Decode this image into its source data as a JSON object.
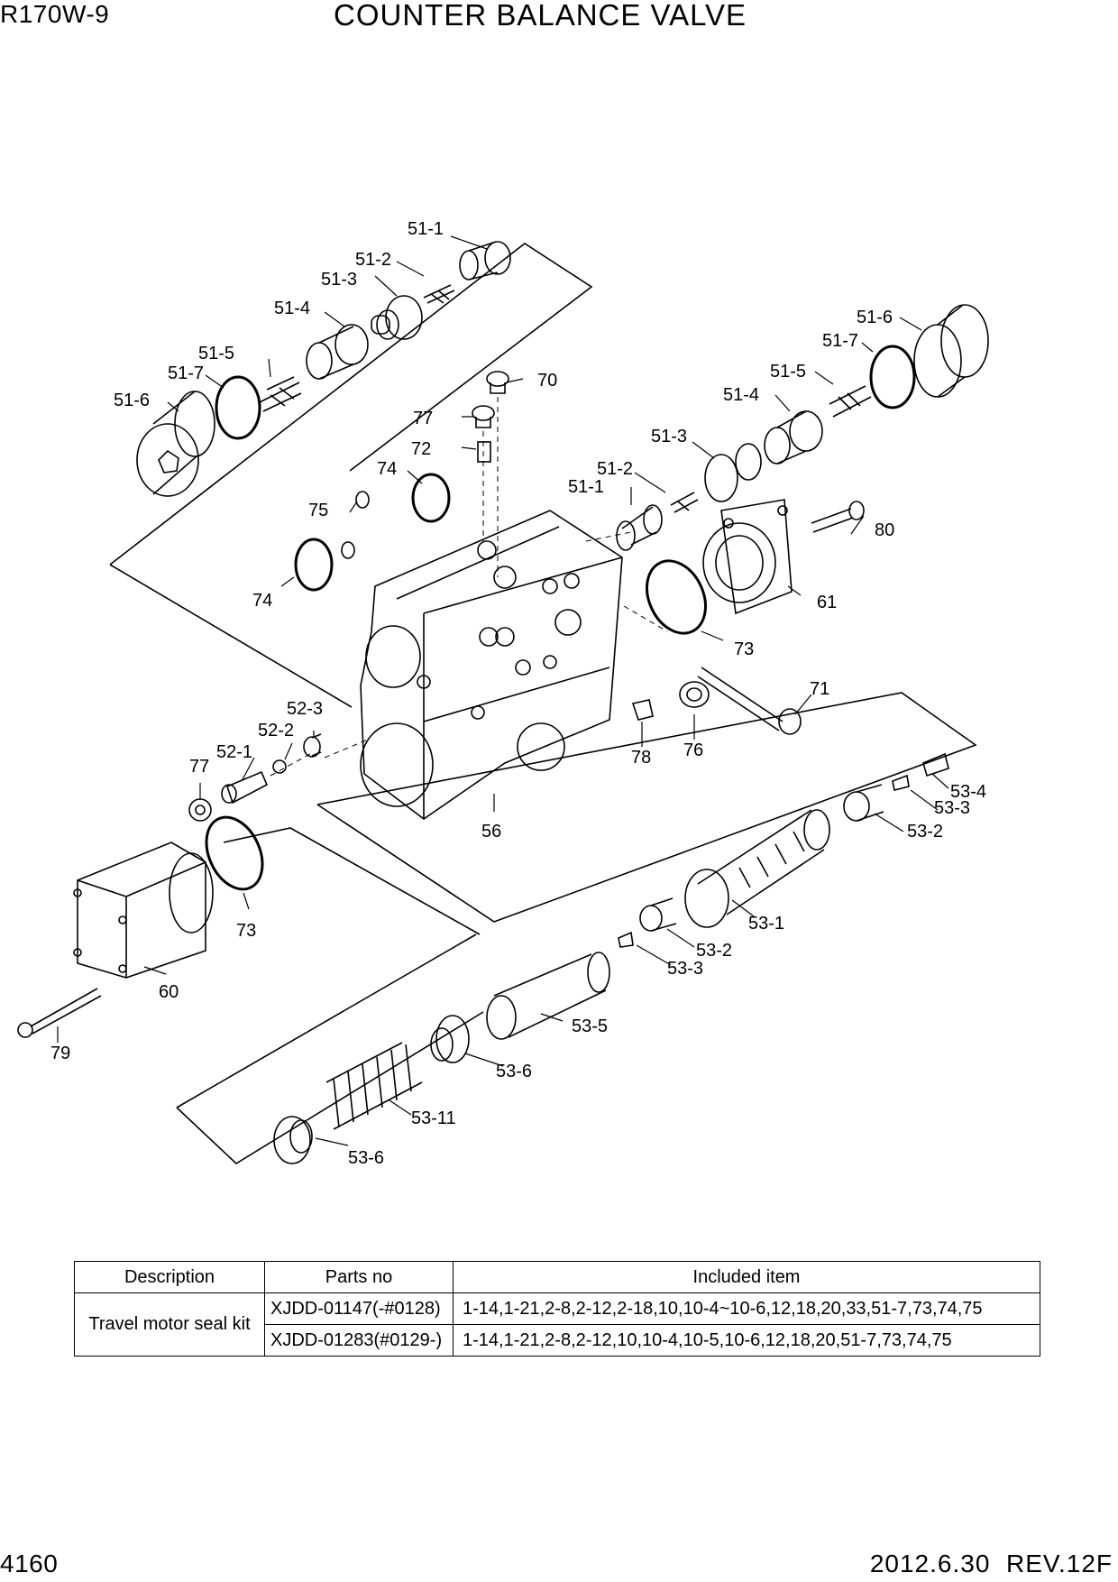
{
  "header": {
    "model": "R170W-9",
    "title": "COUNTER BALANCE VALVE"
  },
  "footer": {
    "page_number": "4160",
    "date_revision": "2012.6.30  REV.12F"
  },
  "callouts": {
    "c51_1a": "51-1",
    "c51_2a": "51-2",
    "c51_3a": "51-3",
    "c51_4a": "51-4",
    "c51_5a": "51-5",
    "c51_7a": "51-7",
    "c51_6a": "51-6",
    "c51_6b": "51-6",
    "c51_7b": "51-7",
    "c51_5b": "51-5",
    "c51_4b": "51-4",
    "c51_3b": "51-3",
    "c51_2b": "51-2",
    "c51_1b": "51-1",
    "c70": "70",
    "c77a": "77",
    "c72": "72",
    "c74a": "74",
    "c75": "75",
    "c74b": "74",
    "c80": "80",
    "c61": "61",
    "c73a": "73",
    "c71": "71",
    "c76": "76",
    "c78": "78",
    "c52_3": "52-3",
    "c52_2": "52-2",
    "c52_1": "52-1",
    "c77b": "77",
    "c56": "56",
    "c73b": "73",
    "c60": "60",
    "c79": "79",
    "c53_4": "53-4",
    "c53_3a": "53-3",
    "c53_2a": "53-2",
    "c53_1": "53-1",
    "c53_2b": "53-2",
    "c53_3b": "53-3",
    "c53_5": "53-5",
    "c53_6a": "53-6",
    "c53_11": "53-11",
    "c53_6b": "53-6"
  },
  "kit_table": {
    "headers": [
      "Description",
      "Parts no",
      "Included item"
    ],
    "description": "Travel motor seal kit",
    "rows": [
      {
        "parts_no": "XJDD-01147(-#0128)",
        "included": "1-14,1-21,2-8,2-12,2-18,10,10-4~10-6,12,18,20,33,51-7,73,74,75"
      },
      {
        "parts_no": "XJDD-01283(#0129-)",
        "included": "1-14,1-21,2-8,2-12,10,10-4,10-5,10-6,12,18,20,51-7,73,74,75"
      }
    ]
  }
}
